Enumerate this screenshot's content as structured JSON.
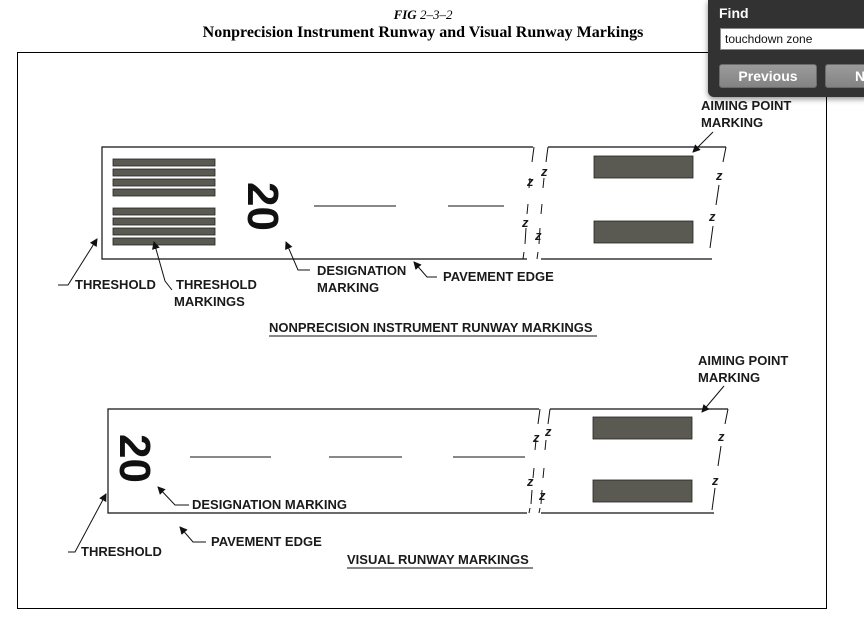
{
  "figure": {
    "number_prefix": "FIG",
    "number": "2–3–2",
    "title": "Nonprecision Instrument Runway and Visual Runway Markings"
  },
  "nonprecision": {
    "section_label": "NONPRECISION INSTRUMENT RUNWAY MARKINGS",
    "designation": "20",
    "labels": {
      "threshold": "THRESHOLD",
      "threshold_markings_1": "THRESHOLD",
      "threshold_markings_2": "MARKINGS",
      "designation_1": "DESIGNATION",
      "designation_2": "MARKING",
      "pavement_edge": "PAVEMENT EDGE",
      "aiming_point_1": "AIMING POINT",
      "aiming_point_2": "MARKING"
    }
  },
  "visual": {
    "section_label": "VISUAL RUNWAY MARKINGS",
    "designation": "20",
    "labels": {
      "threshold": "THRESHOLD",
      "designation": "DESIGNATION MARKING",
      "pavement_edge": "PAVEMENT EDGE",
      "aiming_point_1": "AIMING POINT",
      "aiming_point_2": "MARKING"
    }
  },
  "find_bar": {
    "title": "Find",
    "query": "touchdown zone",
    "previous_label": "Previous",
    "next_label": "Next"
  },
  "colors": {
    "marking_fill": "#5a5a52",
    "findbar_bg": "#323232"
  }
}
